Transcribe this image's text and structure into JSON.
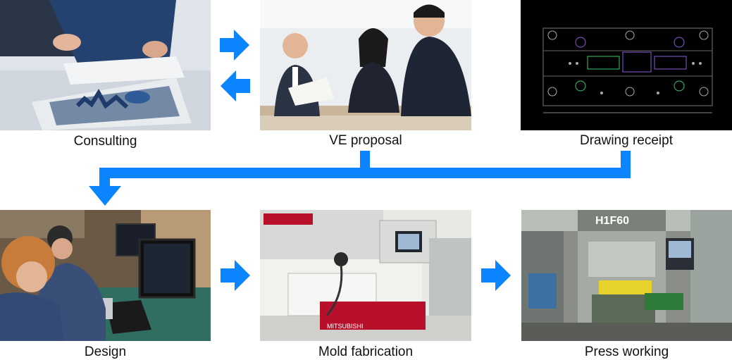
{
  "steps": {
    "consulting": "Consulting",
    "ve_proposal": "VE proposal",
    "drawing_receipt": "Drawing receipt",
    "design": "Design",
    "mold_fabrication": "Mold fabrication",
    "press_working": "Press working"
  },
  "press_machine_model": "H1F60",
  "mold_brand": "MITSUBISHI",
  "colors": {
    "arrow": "#0a84ff"
  }
}
